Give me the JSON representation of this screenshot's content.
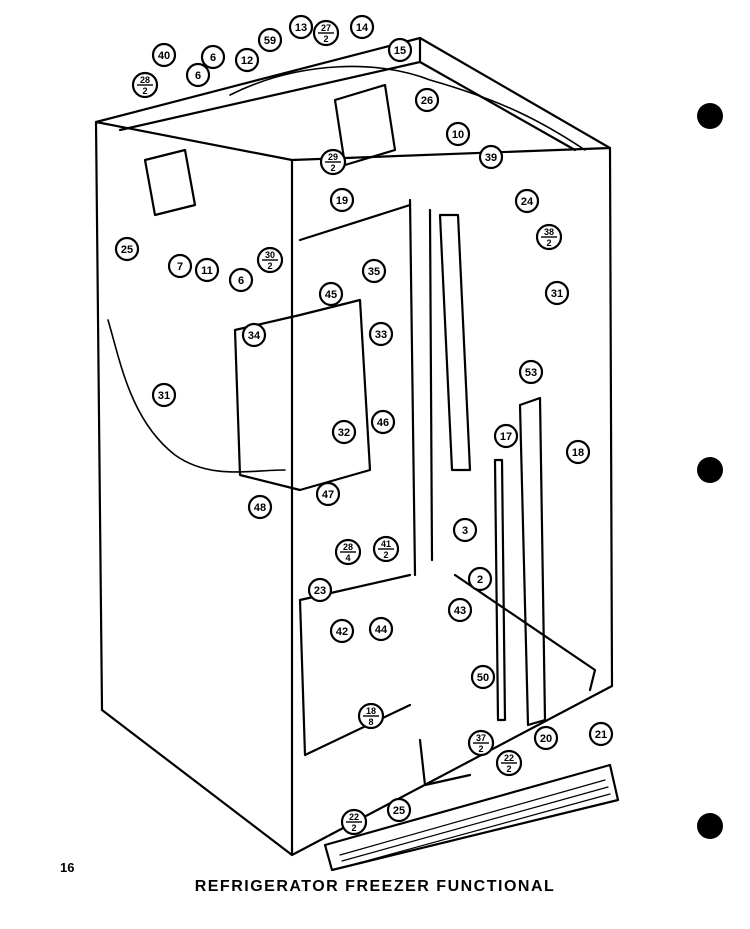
{
  "page_number": "16",
  "caption": "REFRIGERATOR FREEZER FUNCTIONAL",
  "callouts": [
    {
      "id": "c40",
      "label": "40"
    },
    {
      "id": "c6a",
      "label": "6"
    },
    {
      "id": "c6b",
      "label": "6"
    },
    {
      "id": "c12",
      "label": "12"
    },
    {
      "id": "c59",
      "label": "59"
    },
    {
      "id": "c13",
      "label": "13"
    },
    {
      "id": "c14",
      "label": "14"
    },
    {
      "id": "c15",
      "label": "15"
    },
    {
      "id": "c26",
      "label": "26"
    },
    {
      "id": "c10",
      "label": "10"
    },
    {
      "id": "c39",
      "label": "39"
    },
    {
      "id": "c19",
      "label": "19"
    },
    {
      "id": "c24",
      "label": "24"
    },
    {
      "id": "c25a",
      "label": "25"
    },
    {
      "id": "c7",
      "label": "7"
    },
    {
      "id": "c11",
      "label": "11"
    },
    {
      "id": "c6c",
      "label": "6"
    },
    {
      "id": "c35",
      "label": "35"
    },
    {
      "id": "c31a",
      "label": "31"
    },
    {
      "id": "c45",
      "label": "45"
    },
    {
      "id": "c34",
      "label": "34"
    },
    {
      "id": "c33",
      "label": "33"
    },
    {
      "id": "c53",
      "label": "53"
    },
    {
      "id": "c31b",
      "label": "31"
    },
    {
      "id": "c32",
      "label": "32"
    },
    {
      "id": "c46",
      "label": "46"
    },
    {
      "id": "c17",
      "label": "17"
    },
    {
      "id": "c18",
      "label": "18"
    },
    {
      "id": "c47",
      "label": "47"
    },
    {
      "id": "c48",
      "label": "48"
    },
    {
      "id": "c3",
      "label": "3"
    },
    {
      "id": "c2",
      "label": "2"
    },
    {
      "id": "c23",
      "label": "23"
    },
    {
      "id": "c42",
      "label": "42"
    },
    {
      "id": "c44",
      "label": "44"
    },
    {
      "id": "c43",
      "label": "43"
    },
    {
      "id": "c50",
      "label": "50"
    },
    {
      "id": "c20",
      "label": "20"
    },
    {
      "id": "c21",
      "label": "21"
    },
    {
      "id": "c25b",
      "label": "25"
    }
  ],
  "fraction_callouts": [
    {
      "id": "f28",
      "top": "28",
      "bottom": "2"
    },
    {
      "id": "f27",
      "top": "27",
      "bottom": "2"
    },
    {
      "id": "f29",
      "top": "29",
      "bottom": "2"
    },
    {
      "id": "f30",
      "top": "30",
      "bottom": "2"
    },
    {
      "id": "f38",
      "top": "38",
      "bottom": "2"
    },
    {
      "id": "f28b",
      "top": "28",
      "bottom": "4"
    },
    {
      "id": "f41",
      "top": "41",
      "bottom": "2"
    },
    {
      "id": "f18",
      "top": "18",
      "bottom": "8"
    },
    {
      "id": "f37",
      "top": "37",
      "bottom": "2"
    },
    {
      "id": "f22",
      "top": "22",
      "bottom": "2"
    },
    {
      "id": "f22b",
      "top": "22",
      "bottom": "2"
    }
  ]
}
